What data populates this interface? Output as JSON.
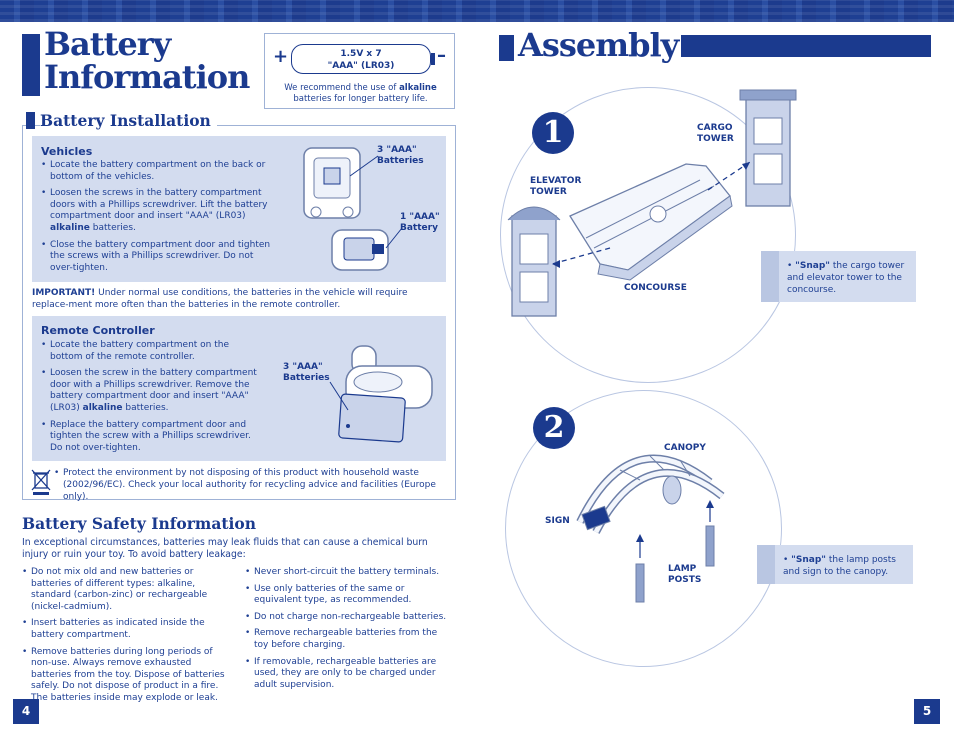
{
  "left_page": {
    "title_line1": "Battery",
    "title_line2": "Information",
    "battery_label": {
      "voltage": "1.5V x 7",
      "type": "\"AAA\" (LR03)",
      "plus": "+",
      "minus": "–"
    },
    "recommend_pre": "We recommend the use of",
    "recommend_bold": "alkaline",
    "recommend_post": "batteries for longer battery life.",
    "installation_heading": "Battery Installation",
    "vehicles": {
      "heading": "Vehicles",
      "item1": "Locate the battery compartment on the back or bottom of the vehicles.",
      "item2_pre": "Loosen the screws in the battery compartment doors with a Phillips screwdriver. Lift the battery compartment door and insert \"AAA\" (LR03)",
      "item2_bold": "alkaline",
      "item2_post": "batteries.",
      "item3": "Close the battery compartment door and tighten the screws with a Phillips screwdriver. Do not over-tighten.",
      "callout1_line1": "3 \"AAA\"",
      "callout1_line2": "Batteries",
      "callout2_line1": "1 \"AAA\"",
      "callout2_line2": "Battery"
    },
    "important_label": "IMPORTANT!",
    "important_text": "Under normal use conditions, the batteries in the vehicle will require replace-ment more often than the batteries in the remote controller.",
    "remote": {
      "heading": "Remote Controller",
      "item1": "Locate the battery compartment on the bottom of the remote controller.",
      "item2_pre": "Loosen the screw in the battery compartment door with a Phillips screwdriver. Remove the battery compartment door and insert \"AAA\" (LR03)",
      "item2_bold": "alkaline",
      "item2_post": "batteries.",
      "item3": "Replace the battery compartment door and tighten the screw with a Phillips screwdriver. Do not over-tighten.",
      "callout_line1": "3 \"AAA\"",
      "callout_line2": "Batteries"
    },
    "environment_text": "Protect the environment by not disposing of this product with household waste (2002/96/EC). Check your local authority for recycling advice and facilities (Europe only).",
    "safety_heading": "Battery Safety Information",
    "safety_intro": "In exceptional circumstances, batteries may leak fluids that can cause a chemical burn injury or ruin your toy. To avoid battery leakage:",
    "safety_col1": [
      "Do not mix old and new batteries or batteries of different types: alkaline, standard (carbon-zinc) or rechargeable (nickel-cadmium).",
      "Insert batteries as indicated inside the battery compartment.",
      "Remove batteries during long periods of non-use. Always remove exhausted batteries from the toy. Dispose of batteries safely. Do not dispose of product in a fire. The batteries inside may explode or leak."
    ],
    "safety_col2": [
      "Never short-circuit the battery terminals.",
      "Use only batteries of the same or equivalent type, as recommended.",
      "Do not charge non-rechargeable batteries.",
      "Remove rechargeable batteries from the toy before charging.",
      "If removable, rechargeable batteries are used, they are only to be charged under adult supervision."
    ],
    "page_number": "4"
  },
  "right_page": {
    "title": "Assembly",
    "step1": {
      "number": "1",
      "cargo_line1": "CARGO",
      "cargo_line2": "TOWER",
      "elevator_line1": "ELEVATOR",
      "elevator_line2": "TOWER",
      "concourse": "CONCOURSE",
      "note_bold": "\"Snap\"",
      "note_text": "the cargo tower and elevator tower to the concourse."
    },
    "step2": {
      "number": "2",
      "canopy": "CANOPY",
      "sign": "SIGN",
      "lamp_line1": "LAMP",
      "lamp_line2": "POSTS",
      "note_bold": "\"Snap\"",
      "note_text": "the lamp posts and sign to the canopy."
    },
    "page_number": "5"
  },
  "colors": {
    "brand_blue": "#1b3a8e",
    "panel_blue": "#d3dcef",
    "frame": "#9fb2d6"
  }
}
